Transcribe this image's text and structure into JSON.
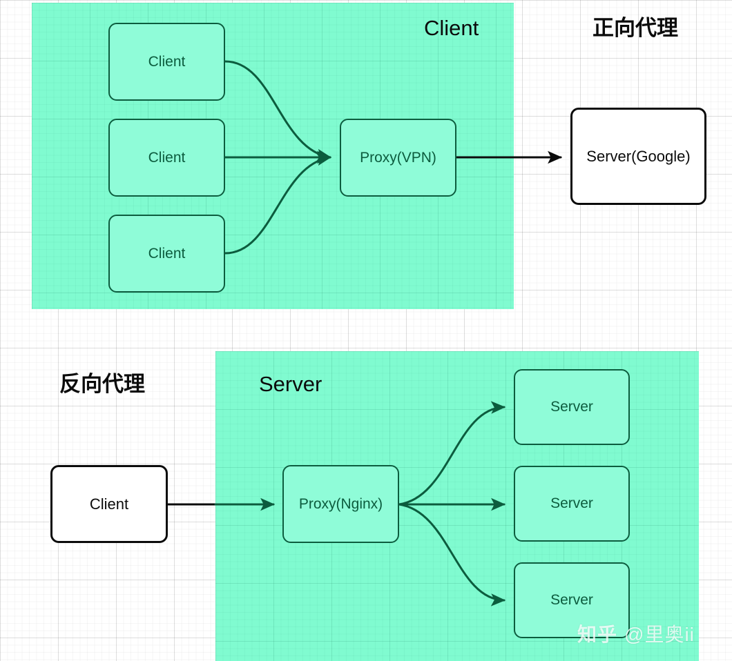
{
  "diagram": {
    "title_forward": "正向代理",
    "title_reverse": "反向代理",
    "panels": [
      {
        "id": "client",
        "title": "Client",
        "color": "#80fbd0"
      },
      {
        "id": "server",
        "title": "Server",
        "color": "#80fbd0"
      }
    ],
    "nodes": {
      "client_1": "Client",
      "client_2": "Client",
      "client_3": "Client",
      "proxy_vpn": "Proxy(VPN)",
      "server_google": "Server(Google)",
      "client_rev": "Client",
      "proxy_nginx": "Proxy(Nginx)",
      "server_1": "Server",
      "server_2": "Server",
      "server_3": "Server"
    },
    "colors": {
      "panel_fill": "#80fbd0",
      "node_green_fill": "#8ffcd8",
      "node_green_stroke": "#0c5c3e",
      "node_white_fill": "#ffffff",
      "node_white_stroke": "#0b0b0b",
      "edge_green": "#0c5c3e",
      "edge_black": "#0b0b0b",
      "background": "#ffffff"
    }
  },
  "watermark": {
    "logo": "知乎",
    "user": "@里奥ii"
  }
}
